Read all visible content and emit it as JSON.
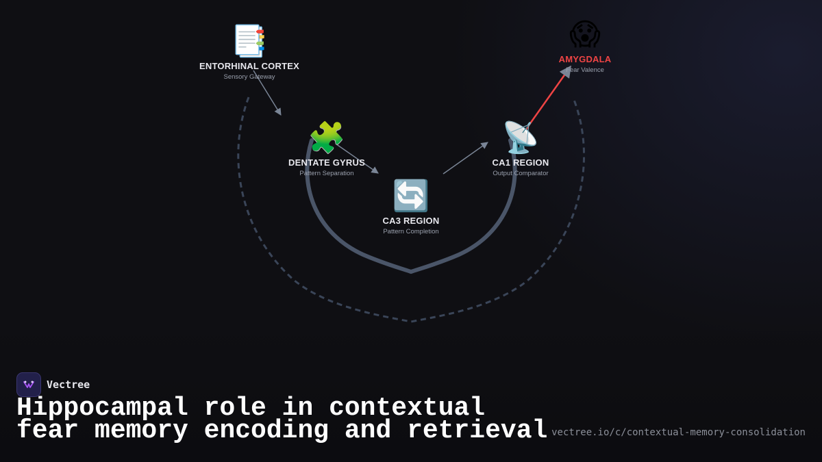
{
  "nodes": {
    "entorhinal": {
      "icon": "📑",
      "icon_name": "bookmark-tabs-icon",
      "title": "ENTORHINAL CORTEX",
      "subtitle": "Sensory Gateway"
    },
    "dentate": {
      "icon": "🧩",
      "icon_name": "puzzle-piece-icon",
      "title": "DENTATE GYRUS",
      "subtitle": "Pattern Separation"
    },
    "ca3": {
      "icon": "🔄",
      "icon_name": "cycle-arrows-icon",
      "title": "CA3 REGION",
      "subtitle": "Pattern Completion"
    },
    "ca1": {
      "icon": "📡",
      "icon_name": "satellite-dish-icon",
      "title": "CA1 REGION",
      "subtitle": "Output Comparator"
    },
    "amygdala": {
      "icon": "😱",
      "icon_name": "screaming-face-icon",
      "title": "AMYGDALA",
      "subtitle": "Fear Valence"
    }
  },
  "brand": {
    "name": "Vectree",
    "icon_name": "vectree-logo-icon"
  },
  "headline": "Hippocampal role in contextual fear memory encoding and retrieval",
  "url": "vectree.io/c/contextual-memory-consolidation",
  "colors": {
    "background": "#0f0f13",
    "arrow": "#7a8596",
    "alert_arrow": "#ef4444",
    "alert_text": "#ef4444",
    "inner_curve": "#4a5568",
    "outer_curve": "#3a4558"
  }
}
